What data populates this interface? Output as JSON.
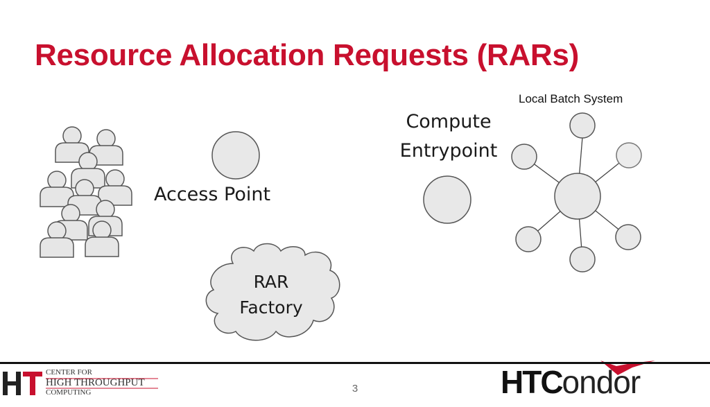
{
  "slide": {
    "title": "Resource Allocation Requests (RARs)",
    "page_number": "3"
  },
  "diagram": {
    "local_batch_label": "Local Batch System",
    "compute_entrypoint_label": "Compute\nEntrypoint",
    "access_point_label": "Access Point",
    "rar_factory_label": "RAR\nFactory"
  },
  "footer": {
    "chtc_logo": {
      "mark": "HT",
      "line1": "CENTER FOR",
      "line2": "HIGH THROUGHPUT",
      "line3": "COMPUTING"
    },
    "htcondor_logo": {
      "text_bold": "HTC",
      "text_light": "ondor"
    }
  },
  "colors": {
    "title": "#c8102e",
    "node_fill": "#e8e8e8",
    "node_stroke": "#555555",
    "logo_red": "#c8102e"
  }
}
